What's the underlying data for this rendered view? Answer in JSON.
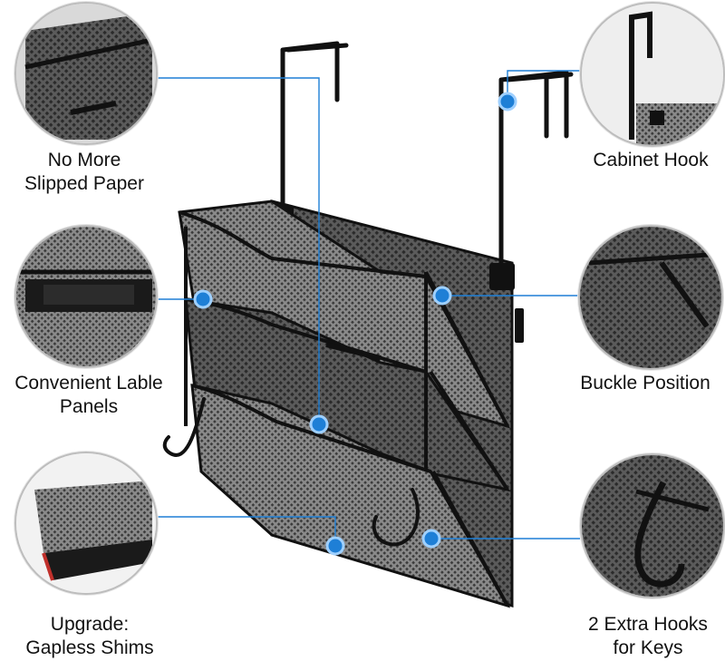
{
  "callouts": {
    "slipped_paper": "No More\nSlipped Paper",
    "cabinet_hook": "Cabinet Hook",
    "label_panels": "Convenient Lable\nPanels",
    "buckle_position": "Buckle Position",
    "gapless_shims": "Upgrade:\nGapless Shims",
    "extra_hooks": "2 Extra Hooks\nfor Keys"
  },
  "colors": {
    "accent": "#1e7fd6",
    "product": "#1a1a1a",
    "mesh": "#4a4a4a",
    "shim_edge": "#c0302b"
  }
}
